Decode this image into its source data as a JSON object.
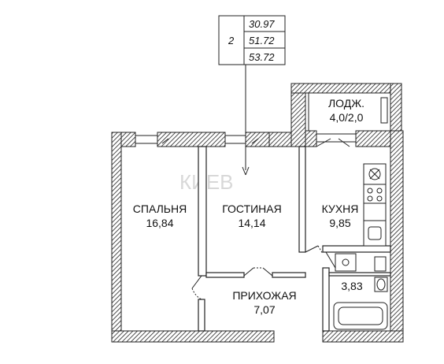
{
  "area_table": {
    "rooms_count": "2",
    "values": [
      "30.97",
      "51.72",
      "53.72"
    ]
  },
  "rooms": {
    "bedroom": {
      "name": "СПАЛЬНЯ",
      "area": "16,84"
    },
    "living": {
      "name": "ГОСТИНАЯ",
      "area": "14,14"
    },
    "kitchen": {
      "name": "КУХНЯ",
      "area": "9,85"
    },
    "loggia": {
      "name": "ЛОДЖ.",
      "area": "4,0/2,0"
    },
    "hallway": {
      "name": "ПРИХОЖАЯ",
      "area": "7,07"
    },
    "bathroom": {
      "area": "3,83"
    }
  },
  "watermark": {
    "text": "КИЕВ"
  }
}
